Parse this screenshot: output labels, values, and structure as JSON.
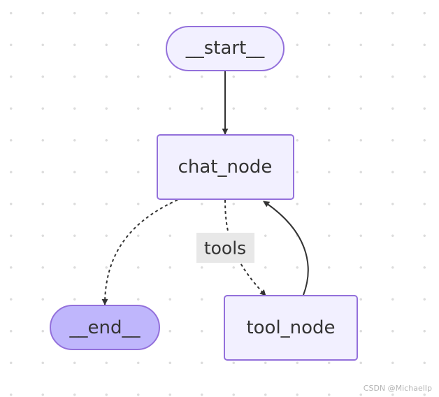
{
  "nodes": {
    "start": {
      "label": "__start__"
    },
    "chat": {
      "label": "chat_node"
    },
    "end": {
      "label": "__end__"
    },
    "tool": {
      "label": "tool_node"
    }
  },
  "edges": {
    "chat_to_tool_label": "tools"
  },
  "watermark": "CSDN @MichaelIp",
  "colors": {
    "node_fill": "#f2f0ff",
    "node_stroke": "#9370db",
    "end_fill": "#bfb6fc",
    "edge": "#333333",
    "label_bg": "#e8e8e8"
  }
}
